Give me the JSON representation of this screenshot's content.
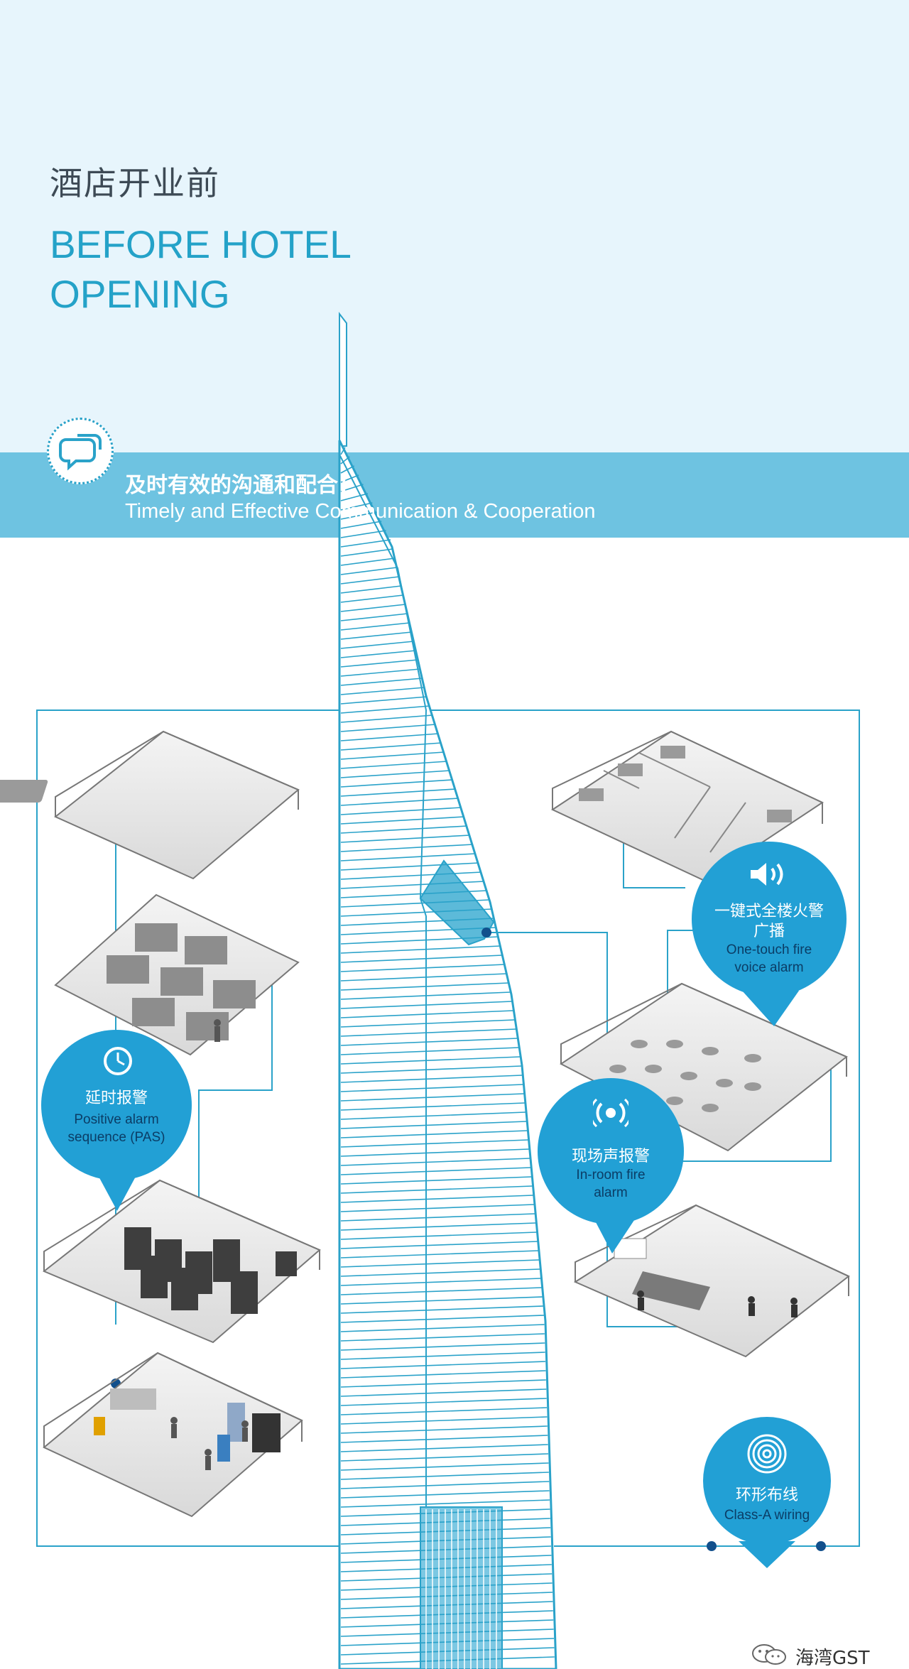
{
  "colors": {
    "top_background": "#e7f5fc",
    "banner": "#6ec3e1",
    "accent": "#24a2c8",
    "bubble": "#22a0d5",
    "tower_line": "#2aa2c9"
  },
  "header": {
    "title_cn": "酒店开业前",
    "title_en_line1": "BEFORE HOTEL",
    "title_en_line2": "OPENING"
  },
  "banner": {
    "icon": "chat-bubbles-icon",
    "title_cn": "及时有效的沟通和配合：",
    "title_en": "Timely and Effective Communication & Cooperation"
  },
  "features": [
    {
      "icon": "clock-icon",
      "title_cn": "延时报警",
      "title_en": "Positive alarm sequence (PAS)",
      "title_en_lines": [
        "Positive alarm",
        "sequence (PAS)"
      ]
    },
    {
      "icon": "speaker-icon",
      "title_cn": "一键式全楼火警广播",
      "title_cn_lines": [
        "一键式全楼火警",
        "广播"
      ],
      "title_en": "One-touch fire voice alarm",
      "title_en_lines": [
        "One-touch fire",
        "voice alarm"
      ]
    },
    {
      "icon": "alarm-sound-icon",
      "title_cn": "现场声报警",
      "title_en": "In-room fire alarm",
      "title_en_lines": [
        "In-room fire",
        "alarm"
      ]
    },
    {
      "icon": "concentric-rings-icon",
      "title_cn": "环形布线",
      "title_en": "Class-A wiring"
    }
  ],
  "scenes": {
    "left": [
      "guest-room",
      "office-cubicles",
      "server-room",
      "lobby"
    ],
    "right": [
      "guest-floor-corridor",
      "banquet-hall",
      "meeting-room"
    ]
  },
  "watermark": {
    "icon": "wechat-icon",
    "text": "海湾GST"
  }
}
